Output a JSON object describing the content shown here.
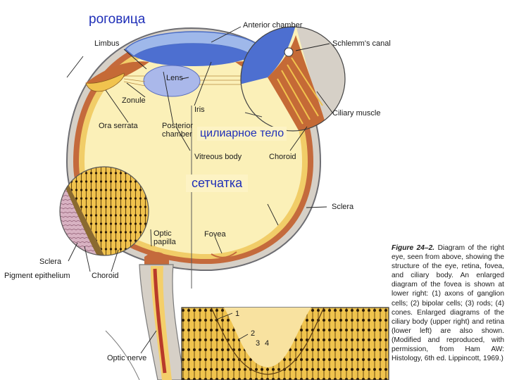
{
  "overlay_labels": {
    "cornea": "роговица",
    "ciliary_body": "цилиарное тело",
    "retina": "сетчатка"
  },
  "labels": {
    "anterior_chamber": "Anterior chamber",
    "limbus": "Limbus",
    "schlemm": "Schlemm's canal",
    "lens": "Lens",
    "zonule": "Zonule",
    "iris": "Iris",
    "ciliary_muscle": "Ciliary muscle",
    "ora_serrata": "Ora serrata",
    "posterior_chamber_1": "Posterior",
    "posterior_chamber_2": "chamber",
    "vitreous_body": "Vitreous body",
    "choroid_upper": "Choroid",
    "sclera_right": "Sclera",
    "optic_papilla_1": "Optic",
    "optic_papilla_2": "papilla",
    "fovea": "Fovea",
    "sclera_left": "Sclera",
    "pigment_epithelium": "Pigment epithelium",
    "choroid_lower": "Choroid",
    "optic_nerve": "Optic nerve",
    "fovea_num_1": "1",
    "fovea_num_2": "2",
    "fovea_num_3": "3",
    "fovea_num_4": "4"
  },
  "caption": {
    "figure": "Figure 24–2.",
    "text": "Diagram of the right eye, seen from above, showing the structure of the eye, retina, fovea, and ciliary body. An enlarged diagram of the fovea is shown at lower right: (1) axons of ganglion cells; (2) bipolar cells; (3) rods; (4) cones. Enlarged diagrams of the ciliary body (upper right) and retina (lower left) are also shown. (Modified and reproduced, with permission, from Ham AW: Histology, 6th ed. Lippincott, 1969.)"
  },
  "colors": {
    "vitreous": "#fbf0b8",
    "sclera": "#d6d0c7",
    "choroid": "#c46a3c",
    "retina_yellow": "#f4cf6a",
    "cornea_blue": "#5f7fd0",
    "lens": "#aab8ea",
    "ru_text": "#1f2fb8"
  }
}
